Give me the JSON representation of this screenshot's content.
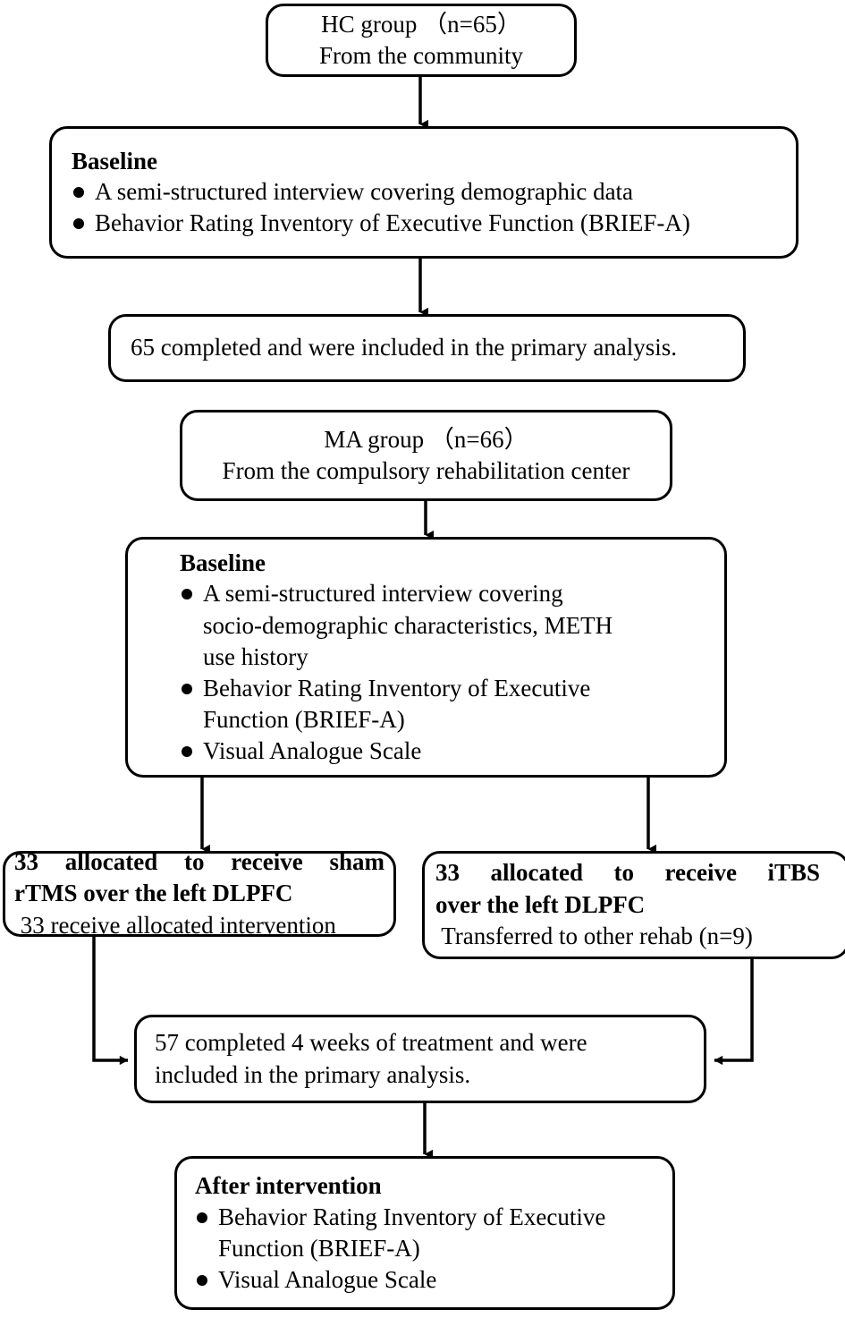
{
  "diagram": {
    "title": "Study flow diagram",
    "colors": {
      "stroke": "#000000",
      "background": "#ffffff",
      "text": "#000000"
    },
    "nodes": {
      "hc_group": {
        "lines": [
          "HC group （n=65）",
          "From the community"
        ]
      },
      "hc_baseline": {
        "heading": "Baseline",
        "bullets": [
          "A semi-structured interview covering demographic data",
          "Behavior Rating Inventory of Executive Function (BRIEF-A)"
        ]
      },
      "hc_completed": {
        "lines": [
          "65 completed and were included in the primary analysis."
        ]
      },
      "ma_group": {
        "lines": [
          "MA group （n=66）",
          "From the compulsory rehabilitation center"
        ]
      },
      "ma_baseline": {
        "heading": "Baseline",
        "bullets": [
          "A semi-structured interview covering\nsocio-demographic characteristics, METH\nuse history",
          "Behavior Rating Inventory of Executive\nFunction (BRIEF-A)",
          "Visual Analogue Scale"
        ]
      },
      "sham_arm": {
        "bold_lines": [
          "33 allocated to receive sham",
          "rTMS over the left DLPFC"
        ],
        "sub_lines": [
          " 33 receive allocated intervention"
        ]
      },
      "itbs_arm": {
        "bold_lines": [
          "33 allocated to receive iTBS",
          "over the left DLPFC"
        ],
        "sub_lines": [
          " Transferred to other rehab (n=9)"
        ]
      },
      "ma_completed": {
        "lines": [
          "57 completed 4 weeks of treatment and were",
          "included in the primary analysis."
        ]
      },
      "after_intervention": {
        "heading": "After intervention",
        "bullets": [
          "Behavior Rating Inventory of Executive\nFunction (BRIEF-A)",
          "Visual Analogue Scale"
        ]
      }
    }
  }
}
